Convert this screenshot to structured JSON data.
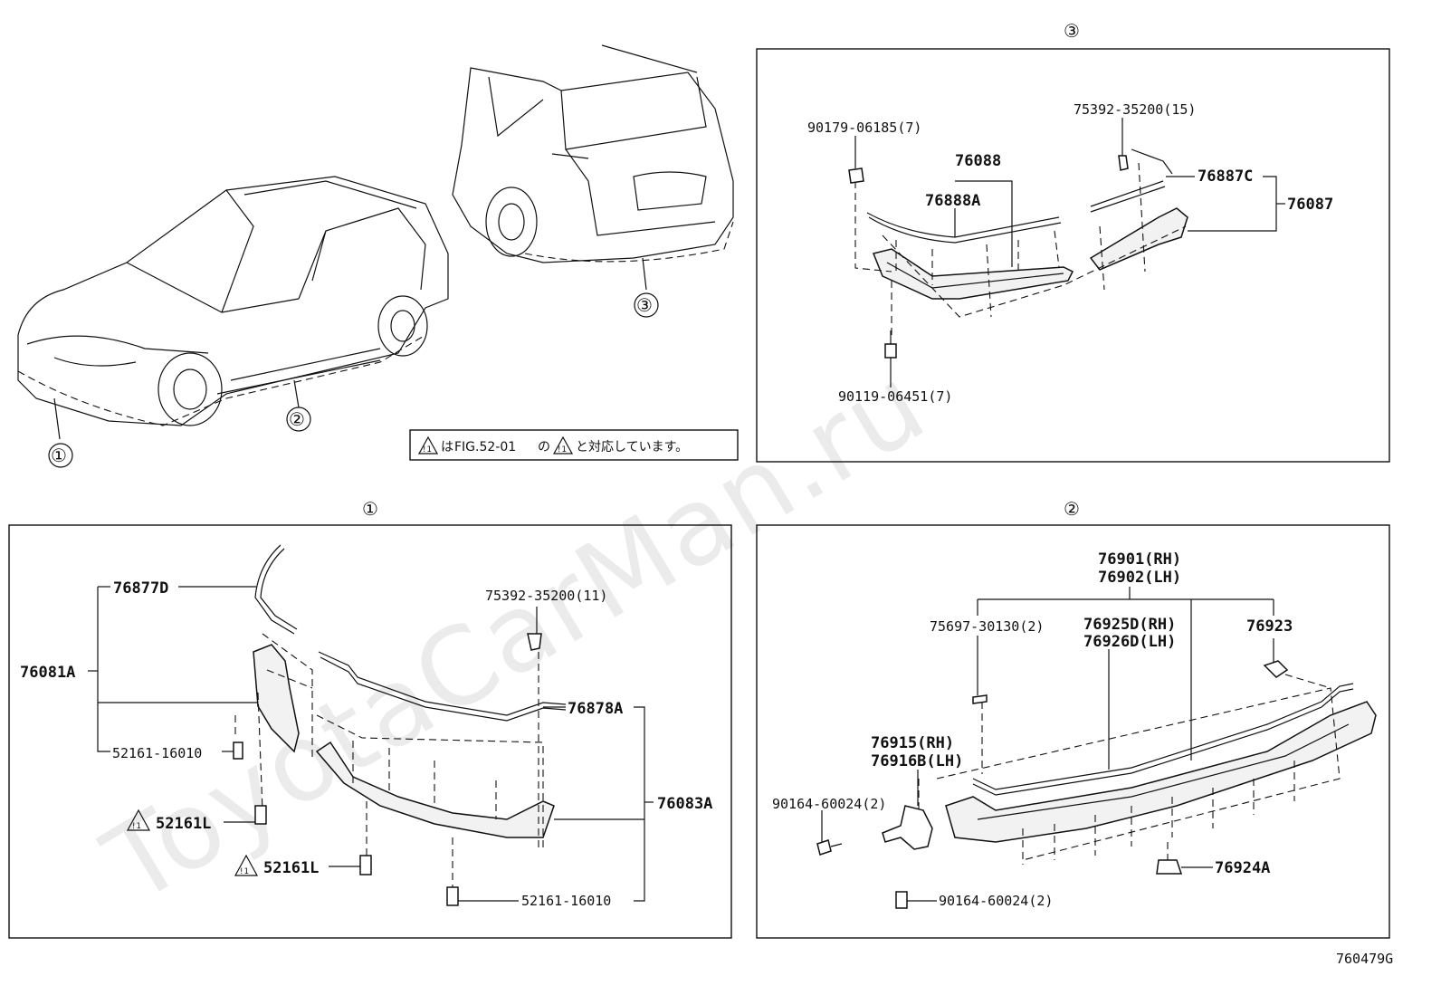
{
  "watermark": "ToyotaCarMan.ru",
  "figure_code": "760479G",
  "note": {
    "prefix": "は",
    "ref": "FIG.52-01",
    "middle": "の",
    "suffix": "と対応しています。",
    "warn_glyph": "!1"
  },
  "overview": {
    "callouts": [
      "①",
      "②",
      "③"
    ]
  },
  "panel3": {
    "title": "③",
    "labels": {
      "clip_top": "90179-06185(7)",
      "clip_right": "75392-35200(15)",
      "assembly": "76088",
      "rear_molding": "76888A",
      "side_molding": "76887C",
      "spoiler": "76087",
      "bolt": "90119-06451(7)"
    }
  },
  "panel1": {
    "title": "①",
    "labels": {
      "molding_top": "76877D",
      "assembly": "76081A",
      "clip_top": "75392-35200(11)",
      "molding_mid": "76878A",
      "spoiler": "76083A",
      "clip_left": "52161-16010",
      "warn_clip_1": "52161L",
      "warn_clip_2": "52161L",
      "clip_bottom": "52161-16010"
    }
  },
  "panel2": {
    "title": "②",
    "labels": {
      "rocker_rh": "76901(RH)",
      "rocker_lh": "76902(LH)",
      "clip_small": "75697-30130(2)",
      "molding_rh": "76925D(RH)",
      "molding_lh": "76926D(LH)",
      "clip_end": "76923",
      "bracket_rh": "76915(RH)",
      "bracket_lh": "76916B(LH)",
      "screw_left": "90164-60024(2)",
      "clip_bottom": "76924A",
      "screw_bottom": "90164-60024(2)"
    }
  }
}
